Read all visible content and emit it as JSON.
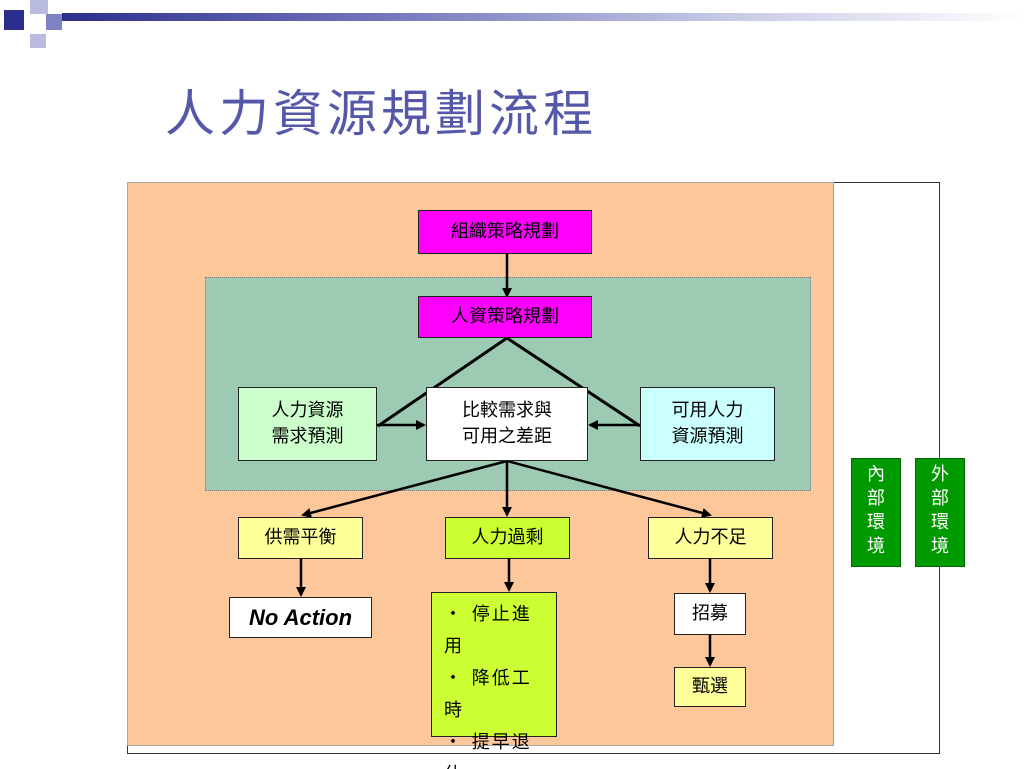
{
  "slide": {
    "title": "人力資源規劃流程"
  },
  "diagram": {
    "org_strategy": "組織策略規劃",
    "hr_strategy": "人資策略規劃",
    "demand_forecast": [
      "人力資源",
      "需求預測"
    ],
    "gap_compare": [
      "比較需求與",
      "可用之差距"
    ],
    "supply_forecast": [
      "可用人力",
      "資源預測"
    ],
    "balance": "供需平衡",
    "surplus": "人力過剩",
    "shortage": "人力不足",
    "no_action": "No Action",
    "surplus_actions": [
      "・ 停止進",
      "用",
      "・ 降低工",
      "時",
      "・ 提早退",
      "休"
    ],
    "recruit": "招募",
    "select": "甄選",
    "internal_env": [
      "內",
      "部",
      "環",
      "境"
    ],
    "external_env": [
      "外",
      "部",
      "環",
      "境"
    ]
  },
  "colors": {
    "title": "#5558a8",
    "environment_bg": "#fcc79a",
    "hr_zone_bg": "#9ccab2",
    "strategy_box": "#ff00ff",
    "outcome_box": "#ffff99",
    "action_box": "#ccff33",
    "env_tag": "#009900"
  }
}
